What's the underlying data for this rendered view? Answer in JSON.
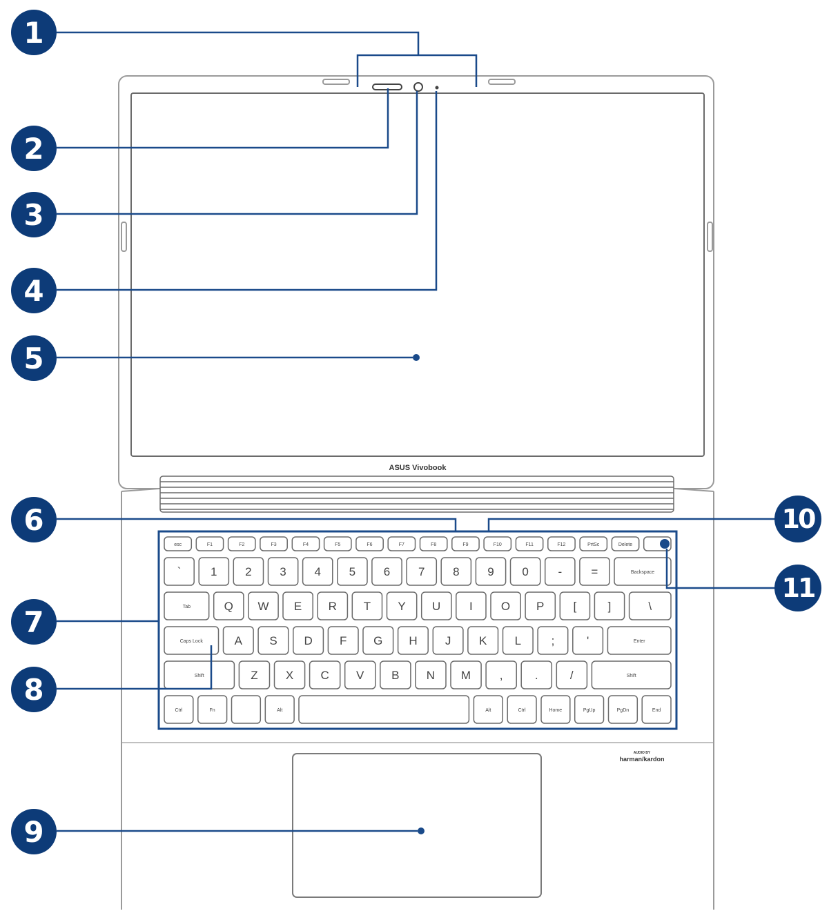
{
  "callouts": [
    {
      "number": "1"
    },
    {
      "number": "2"
    },
    {
      "number": "3"
    },
    {
      "number": "4"
    },
    {
      "number": "5"
    },
    {
      "number": "6"
    },
    {
      "number": "7"
    },
    {
      "number": "8"
    },
    {
      "number": "9"
    },
    {
      "number": "10"
    },
    {
      "number": "11"
    }
  ],
  "branding": {
    "lid_logo": "ASUS Vivobook",
    "audio_logo_small": "AUDIO BY",
    "audio_logo": "harman/kardon"
  },
  "keyboard": {
    "row_fn": [
      "esc",
      "F1",
      "F2",
      "F3",
      "F4",
      "F5",
      "F6",
      "F7",
      "F8",
      "F9",
      "F10",
      "F11",
      "F12",
      "PrtSc",
      "Delete",
      ""
    ],
    "row_num": [
      "`",
      "1",
      "2",
      "3",
      "4",
      "5",
      "6",
      "7",
      "8",
      "9",
      "0",
      "-",
      "=",
      "Backspace"
    ],
    "row_q": [
      "Tab",
      "Q",
      "W",
      "E",
      "R",
      "T",
      "Y",
      "U",
      "I",
      "O",
      "P",
      "[",
      "]",
      "\\"
    ],
    "row_a": [
      "Caps Lock",
      "A",
      "S",
      "D",
      "F",
      "G",
      "H",
      "J",
      "K",
      "L",
      ";",
      "'",
      "Enter"
    ],
    "row_z": [
      "Shift",
      "Z",
      "X",
      "C",
      "V",
      "B",
      "N",
      "M",
      ",",
      ".",
      "/",
      "Shift"
    ],
    "row_bottom": [
      "Ctrl",
      "Fn",
      "",
      "Alt",
      "",
      "Alt",
      "Ctrl",
      "Home",
      "PgUp",
      "PgDn",
      "End"
    ]
  },
  "colors": {
    "callout": "#0d3b78",
    "leader": "#1a4a8a",
    "outline": "#9a9a9a"
  }
}
